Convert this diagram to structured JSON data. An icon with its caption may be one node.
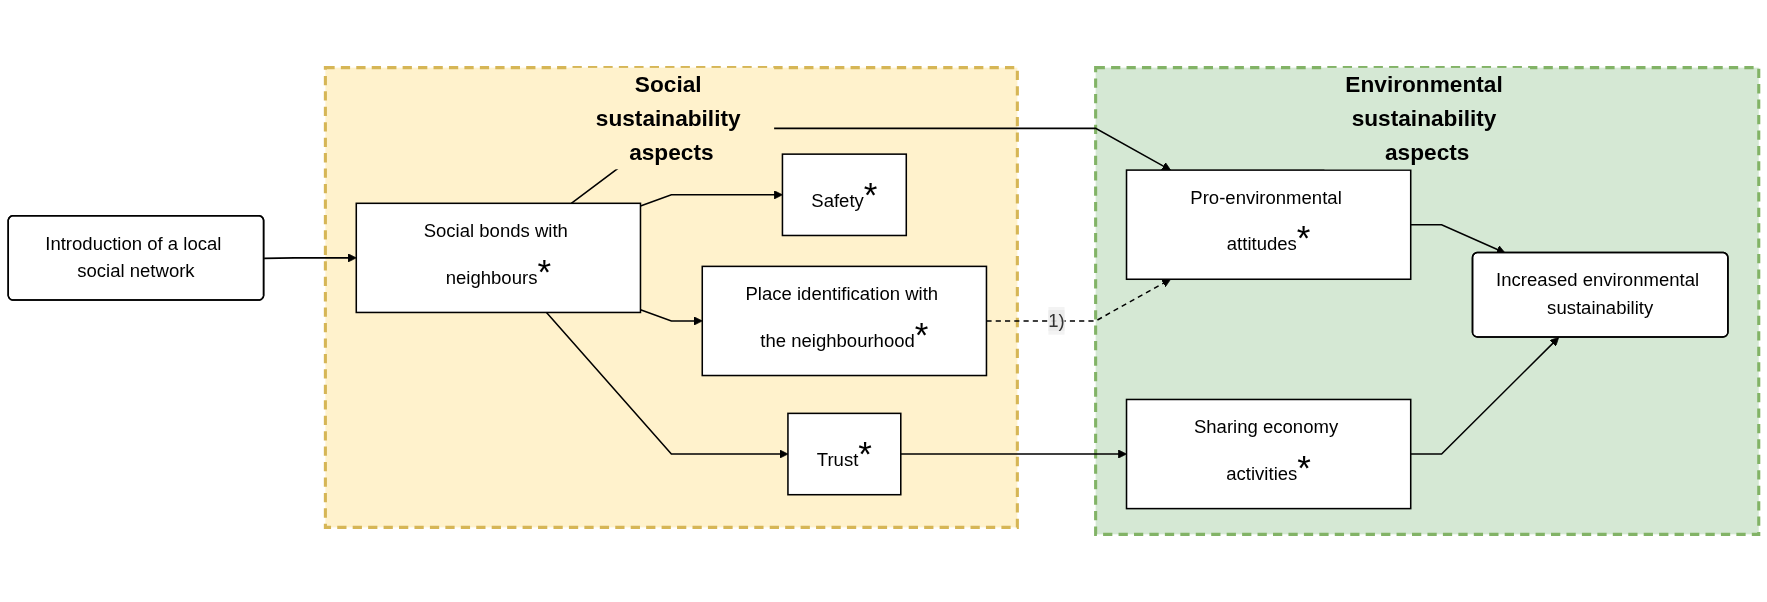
{
  "diagram": {
    "nodes": [
      {
        "text": [
          "Introduction of a local social network"
        ]
      },
      {
        "text": [
          "Social sustainability aspects"
        ]
      },
      {
        "text": [
          "Social bonds with neighbours",
          "*"
        ],
        "in": 1
      },
      {
        "text": [
          "Place identification with the neighbourhood",
          "*"
        ],
        "in": 1
      },
      {
        "text": [
          "Safety",
          "*"
        ],
        "in": 1
      },
      {
        "text": [
          "Trust",
          "*"
        ],
        "in": 1
      },
      {
        "text": [
          "Environmental sustainability aspects"
        ]
      },
      {
        "text": [
          "Pro-environmental attitudes",
          "*"
        ],
        "in": 6
      },
      {
        "text": [
          "Sharing economy activities",
          "*"
        ],
        "in": 6
      },
      {
        "text": [
          "Increased environmental sustainability"
        ],
        "in": 6
      }
    ],
    "edges": [
      {
        "from": 0,
        "to": 2,
        "arrow": "to"
      },
      {
        "from": 2,
        "to": 3,
        "arrow": "to"
      },
      {
        "from": 2,
        "to": 4,
        "arrow": "to"
      },
      {
        "from": 2,
        "to": 5,
        "arrow": "to"
      },
      {
        "from": 2,
        "to": 7,
        "arrow": "to"
      },
      {
        "from": 3,
        "to": 7,
        "arrow": "to",
        "style": "dashed",
        "label": "1)"
      },
      {
        "from": 5,
        "to": 8,
        "arrow": "to"
      },
      {
        "from": 7,
        "to": 9,
        "arrow": "to"
      },
      {
        "from": 8,
        "to": 9,
        "arrow": "to"
      }
    ]
  }
}
